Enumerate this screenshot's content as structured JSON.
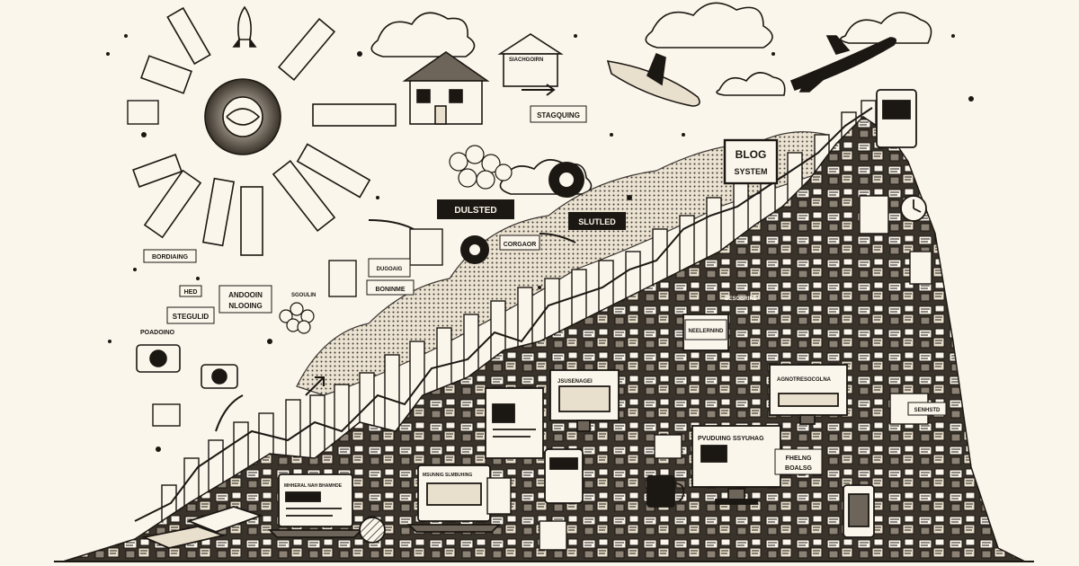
{
  "labels": {
    "blog_system": "BLOG\nSYSTEM",
    "dulsted": "DULSTED",
    "slutled": "SLUTLED",
    "stagquing": "STAGQUING",
    "bordiaing": "BORDIAING",
    "stegulid": "STEGULID",
    "andooin_nlooing": "ANDOOIN\nNLOOING",
    "boninme": "BONINME",
    "poadoino": "POADOINO",
    "corgaor": "CORGAOR",
    "pvuduing_ssyuhag": "PVUDUING SSYUHAG",
    "fhelng_boalsg": "FHELNG\nBOALSG",
    "agnotresocolna": "AGNOTRESOCOLNA",
    "senhstd": "SENHSTD",
    "jsusenagei": "JSUSENAGEI",
    "neelernind": "NEELERNIND",
    "besobrine": "BESOBRINE",
    "mhheral_nah_bhamhde": "MHHERAL NAH BHAMHDE",
    "msunnig_slmbuhing": "MSUNNIG SLMBUHING",
    "hed": "HED",
    "sgoulin": "SGOULIN",
    "dugoaig": "DUGOAIG",
    "siachgoirn": "SIACHGOIRN"
  },
  "palette": {
    "paper": "#fbf6ec",
    "ink": "#1b1712",
    "midtone": "#6e655a",
    "light": "#e9dfcd",
    "accent_blue": "#4a6fa5"
  }
}
